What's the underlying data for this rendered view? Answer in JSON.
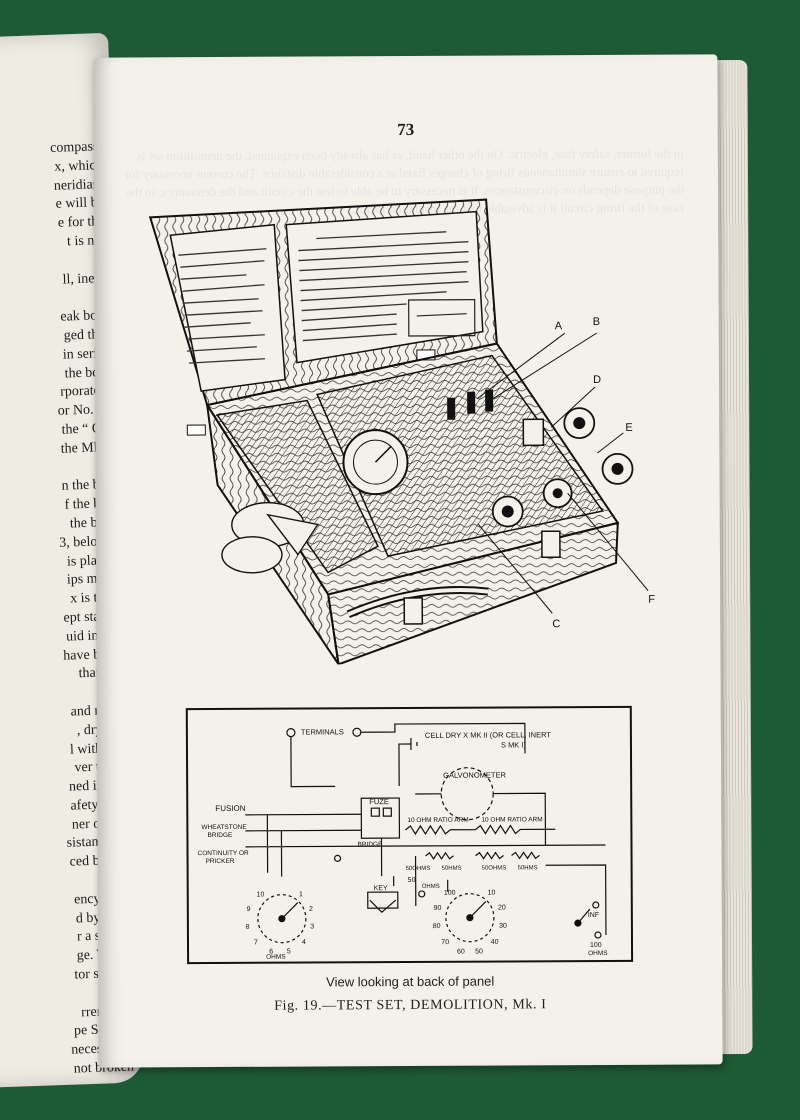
{
  "left_page": {
    "lines": [
      "compass.",
      "x, which",
      "neridian.",
      "e will be",
      "e for the",
      "t is not",
      "",
      "ll, inert,",
      "",
      "eak box,",
      "ged that",
      "in series",
      "the box.",
      "rporated,",
      "or No. 13",
      "the “ Q ”",
      "the Mk. I",
      "",
      "n the box",
      "f the box",
      "the box,",
      "3, below).",
      "is placed",
      "ips make",
      "x is then",
      "ept stand-",
      "uid in the",
      "have been",
      "that the",
      "",
      "and must",
      ", dry, X,",
      "l with the",
      "ver to be",
      "ned in the",
      "afety test,",
      "ner of the",
      "sistance of",
      "ced below",
      "",
      "ency sub-",
      "d by con-",
      "r a sod of",
      "ge. When",
      "tor should",
      "",
      "rrent that",
      "pe Service",
      "necessarily",
      "not broken"
    ]
  },
  "right_page": {
    "page_number": "73",
    "illustration_labels": {
      "a": "A",
      "b": "B",
      "c": "C",
      "d": "D",
      "e": "E",
      "f": "F"
    },
    "schematic": {
      "terminals": "TERMINALS",
      "cell_dry_line1": "CELL DRY X MK II (OR CELL, INERT",
      "cell_dry_line2": "S MK I)",
      "galvonometer": "GALVONOMETER",
      "fusion": "FUSION",
      "fuze": "FUZE",
      "wheatstone_line1": "WHEATSTONE",
      "wheatstone_line2": "BRIDGE",
      "continuity_line1": "CONTINUITY OR",
      "continuity_line2": "PRICKER",
      "bridge": "BRIDGE",
      "ratio_arm_1": "10 OHM RATIO ARM",
      "ratio_arm_2": "10 OHM RATIO ARM",
      "ohms_500_a": "50OHMS",
      "ohms_500_b": "50HMS",
      "ohms_500_c": "50OHMS",
      "ohms_500_d": "50HMS",
      "key": "KEY",
      "ohms_50": "50",
      "ohms_50_unit": "OHMS",
      "inf": "INF",
      "ohms_100": "100",
      "ohms_label_left": "OHMS",
      "ohms_label_right": "OHMS",
      "left_dial": [
        "10",
        "9",
        "8",
        "7",
        "6",
        "5",
        "4",
        "3",
        "2",
        "1"
      ],
      "mid_dial": [
        "100",
        "90",
        "80",
        "70",
        "60",
        "50",
        "40",
        "30",
        "20",
        "10"
      ]
    },
    "caption_view": "View looking at back of panel",
    "caption_fig": "Fig. 19.—TEST SET, DEMOLITION, Mk. I"
  }
}
